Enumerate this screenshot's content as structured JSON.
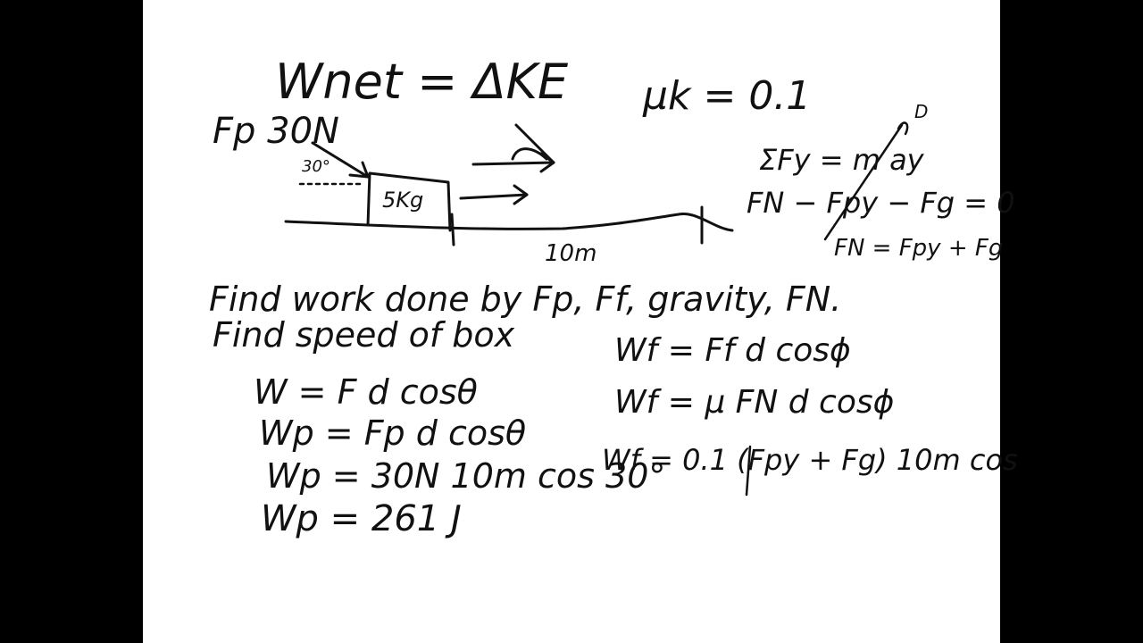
{
  "board": {
    "title_eq": "Wnet = ΔKE",
    "mu": "μk = 0.1",
    "fp_label": "Fp 30N",
    "angle_label": "30°",
    "mass_label": "5Kg",
    "distance_label": "10m",
    "sum_fy": "ΣFy = m ay",
    "normal_eq1": "FN − Fpy − Fg = 0",
    "normal_eq2": "FN = Fpy + Fg",
    "task1": "Find work done by Fp, Ff, gravity, FN.",
    "task2": "Find speed of box",
    "left_equations": [
      "W = F d cosθ",
      "Wp = Fp d cosθ",
      "Wp = 30N 10m cos 30°",
      "Wp = 261 J"
    ],
    "right_equations": [
      "Wf = Ff d cosϕ",
      "Wf = μ FN d cosϕ",
      "Wf = 0.1 (Fpy + Fg) 10m cos"
    ]
  }
}
